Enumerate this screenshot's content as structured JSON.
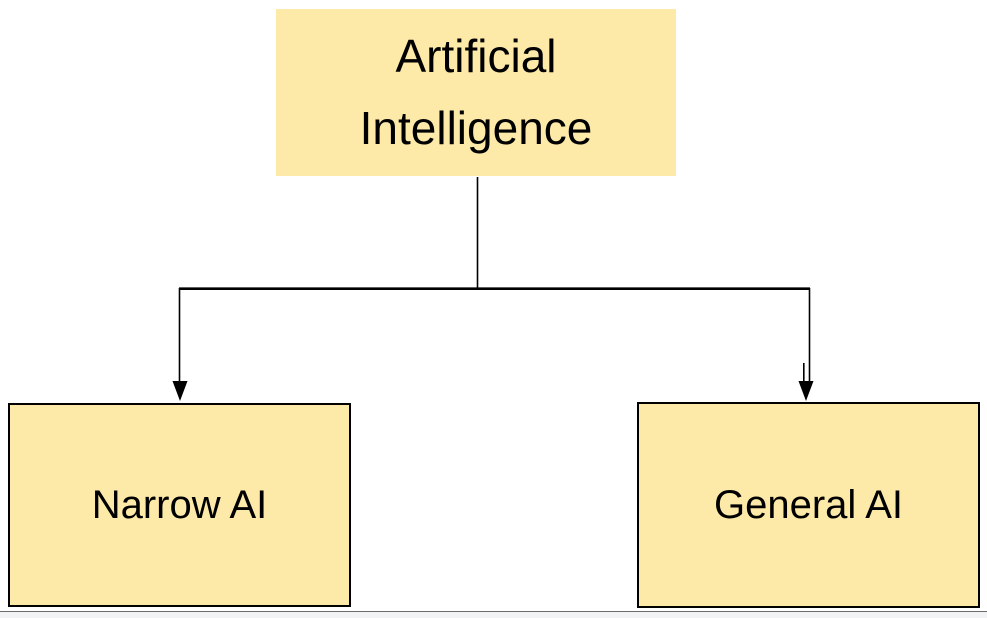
{
  "diagram": {
    "type": "tree",
    "root": {
      "label": "Artificial Intelligence"
    },
    "children": [
      {
        "label": "Narrow AI"
      },
      {
        "label": "General AI"
      }
    ],
    "edges": [
      {
        "from": "Artificial Intelligence",
        "to": "Narrow AI",
        "arrow": "filled-triangle"
      },
      {
        "from": "Artificial Intelligence",
        "to": "General AI",
        "arrow": "filled-triangle"
      }
    ],
    "style": {
      "node_fill": "#FDE9A8",
      "node_border": "#000000",
      "connector_color": "#000000",
      "text_color": "#000000",
      "canvas_background": "#ffffff",
      "footer_edge_color": "#6b6b6b",
      "footer_strip_color": "#f2f3f5"
    }
  }
}
